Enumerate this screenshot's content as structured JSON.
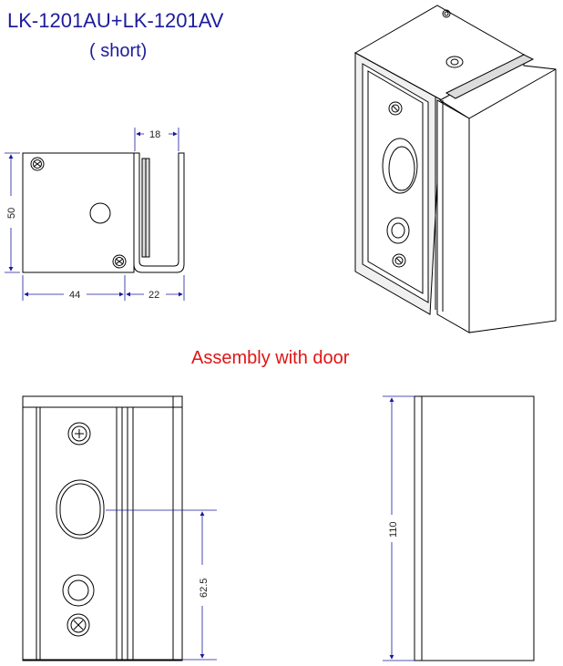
{
  "header": {
    "title": "LK-1201AU+LK-1201AV",
    "subtitle": "( short)"
  },
  "section_title": "Assembly with door",
  "dimensions": {
    "top_width": "18",
    "height": "50",
    "base_left": "44",
    "base_right": "22",
    "hole_height": "62.5",
    "total_height": "110"
  },
  "colors": {
    "title": "#1c1c9c",
    "section": "#e01414",
    "dimension_line": "#1a1a9e"
  }
}
